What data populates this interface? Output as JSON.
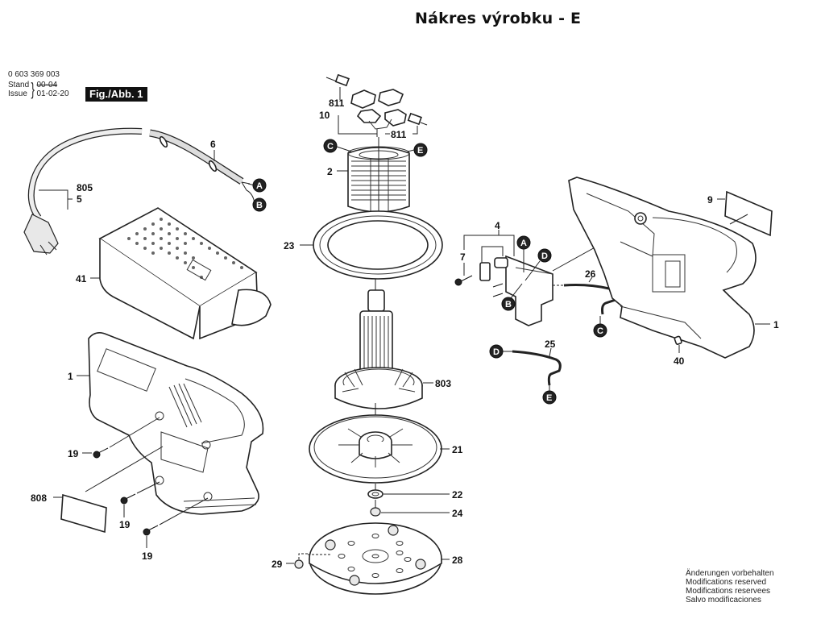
{
  "title": "Nákres výrobku - E",
  "header": {
    "part_number": "0 603 369 003",
    "stand_label": "Stand",
    "issue_label": "Issue",
    "stand_value_old": "00-04",
    "issue_value": "01-02-20",
    "figure_label": "Fig./Abb. 1"
  },
  "footer": {
    "notes": [
      "Änderungen vorbehalten",
      "Modifications reserved",
      "Modifications reservees",
      "Salvo modificaciones"
    ]
  },
  "callouts": {
    "c811a": "811",
    "c10": "10",
    "c811b": "811",
    "c2": "2",
    "c23": "23",
    "c803": "803",
    "c21": "21",
    "c22": "22",
    "c24": "24",
    "c28": "28",
    "c29": "29",
    "c6": "6",
    "c805": "805",
    "c5": "5",
    "c41": "41",
    "c1_left": "1",
    "c19a": "19",
    "c19b": "19",
    "c19c": "19",
    "c808": "808",
    "c4": "4",
    "c7": "7",
    "c26": "26",
    "c25": "25",
    "c9": "9",
    "c1_right": "1",
    "c40": "40"
  },
  "connection_markers": {
    "cord_a": "A",
    "cord_b": "B",
    "stator_c": "C",
    "stator_e": "E",
    "switch_a": "A",
    "switch_d": "D",
    "switch_b": "B",
    "wire26_c": "C",
    "wire25_d": "D",
    "wire25_e": "E"
  },
  "parts": [
    {
      "ref": "1",
      "name": "housing"
    },
    {
      "ref": "2",
      "name": "stator"
    },
    {
      "ref": "4",
      "name": "switch"
    },
    {
      "ref": "5",
      "name": "power cord"
    },
    {
      "ref": "6",
      "name": "cord sleeve"
    },
    {
      "ref": "7",
      "name": "screw"
    },
    {
      "ref": "9",
      "name": "label"
    },
    {
      "ref": "10",
      "name": "brush holder"
    },
    {
      "ref": "19",
      "name": "screw"
    },
    {
      "ref": "21",
      "name": "fan / pad carrier"
    },
    {
      "ref": "22",
      "name": "washer"
    },
    {
      "ref": "23",
      "name": "ring"
    },
    {
      "ref": "24",
      "name": "screw"
    },
    {
      "ref": "25",
      "name": "wire"
    },
    {
      "ref": "26",
      "name": "wire"
    },
    {
      "ref": "28",
      "name": "sanding pad"
    },
    {
      "ref": "29",
      "name": "nut"
    },
    {
      "ref": "40",
      "name": "plug"
    },
    {
      "ref": "41",
      "name": "dust box"
    },
    {
      "ref": "803",
      "name": "armature"
    },
    {
      "ref": "805",
      "name": "power cord"
    },
    {
      "ref": "808",
      "name": "nameplate"
    },
    {
      "ref": "811",
      "name": "carbon brush"
    }
  ]
}
